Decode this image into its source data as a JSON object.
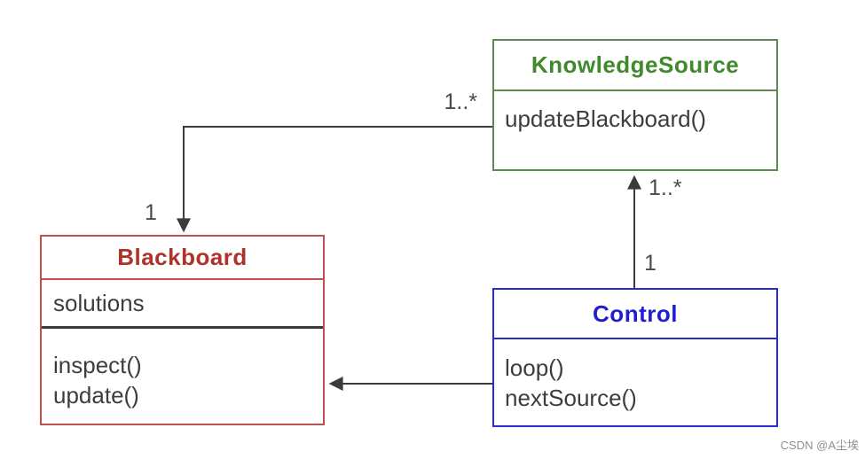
{
  "classes": {
    "knowledge_source": {
      "name": "KnowledgeSource",
      "methods": [
        "updateBlackboard()"
      ]
    },
    "blackboard": {
      "name": "Blackboard",
      "attributes": [
        "solutions"
      ],
      "methods": [
        "inspect()",
        "update()"
      ]
    },
    "control": {
      "name": "Control",
      "methods": [
        "loop()",
        "nextSource()"
      ]
    }
  },
  "associations": {
    "knowledge_source_to_blackboard": {
      "source_label": "1..*",
      "target_label": "1"
    },
    "control_to_knowledge_source": {
      "source_label": "1",
      "target_label": "1..*"
    }
  },
  "colors": {
    "knowledge_source_border": "#5c8a50",
    "knowledge_source_title": "#3f8a2c",
    "blackboard_border": "#c0504d",
    "blackboard_title": "#b03228",
    "control_border": "#2a2ad2",
    "control_title": "#1f1fd1",
    "connector": "#3b3b3b",
    "body_text": "#3d3d3d",
    "label_text": "#4a4a4a",
    "watermark_text": "#8f8f8f"
  },
  "watermark": "CSDN @A尘埃"
}
